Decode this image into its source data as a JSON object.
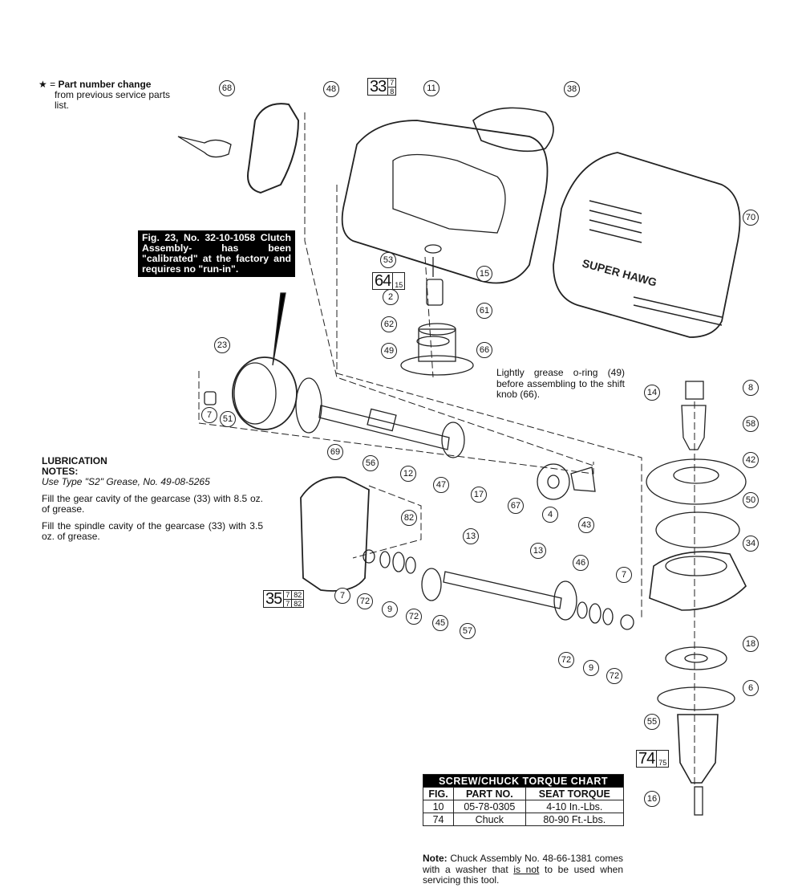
{
  "legend": {
    "symbol": "★ =",
    "bold_text": "Part number change",
    "text": "from previous service parts list."
  },
  "clutch_note": "Fig. 23, No. 32-10-1058 Clutch Assembly- has been \"calibrated\" at the factory and requires no \"run-in\".",
  "grease_note": "Lightly grease o-ring (49) before assembling to the shift knob (66).",
  "lubrication": {
    "title": "LUBRICATION NOTES:",
    "type_line": "Use Type \"S2\" Grease, No. 49-08-5265",
    "gear_cavity": "Fill the gear cavity of the gearcase (33) with 8.5 oz. of grease.",
    "spindle_cavity": "Fill the spindle cavity of the gearcase (33) with 3.5 oz. of grease."
  },
  "brand_text": "SUPER HAWG",
  "callouts": [
    "68",
    "48",
    "11",
    "38",
    "70",
    "53",
    "15",
    "2",
    "61",
    "62",
    "49",
    "66",
    "23",
    "8",
    "14",
    "58",
    "7",
    "51",
    "69",
    "56",
    "12",
    "47",
    "17",
    "67",
    "4",
    "43",
    "42",
    "50",
    "82",
    "13",
    "13",
    "34",
    "7",
    "72",
    "9",
    "72",
    "45",
    "57",
    "46",
    "7",
    "18",
    "72",
    "9",
    "72",
    "6",
    "55",
    "16"
  ],
  "refs": {
    "r33": {
      "fig": "33",
      "top": "7",
      "bottom": "8"
    },
    "r64": {
      "fig": "64",
      "sub": "15"
    },
    "r35": {
      "fig": "35",
      "a_top": "7",
      "a_bottom": "7",
      "b_top": "82",
      "b_bottom": "82"
    },
    "r74": {
      "fig": "74",
      "sub": "75"
    }
  },
  "torque_chart": {
    "title": "SCREW/CHUCK TORQUE CHART",
    "headers": [
      "FIG.",
      "PART NO.",
      "SEAT TORQUE"
    ],
    "rows": [
      [
        "10",
        "05-78-0305",
        "4-10 In.-Lbs."
      ],
      [
        "74",
        "Chuck",
        "80-90 Ft.-Lbs."
      ]
    ]
  },
  "chuck_note": {
    "label": "Note:",
    "pre": "Chuck Assembly No. 48-66-1381 comes with a washer that",
    "underlined": "is not",
    "post": "to be used when servicing this tool."
  }
}
